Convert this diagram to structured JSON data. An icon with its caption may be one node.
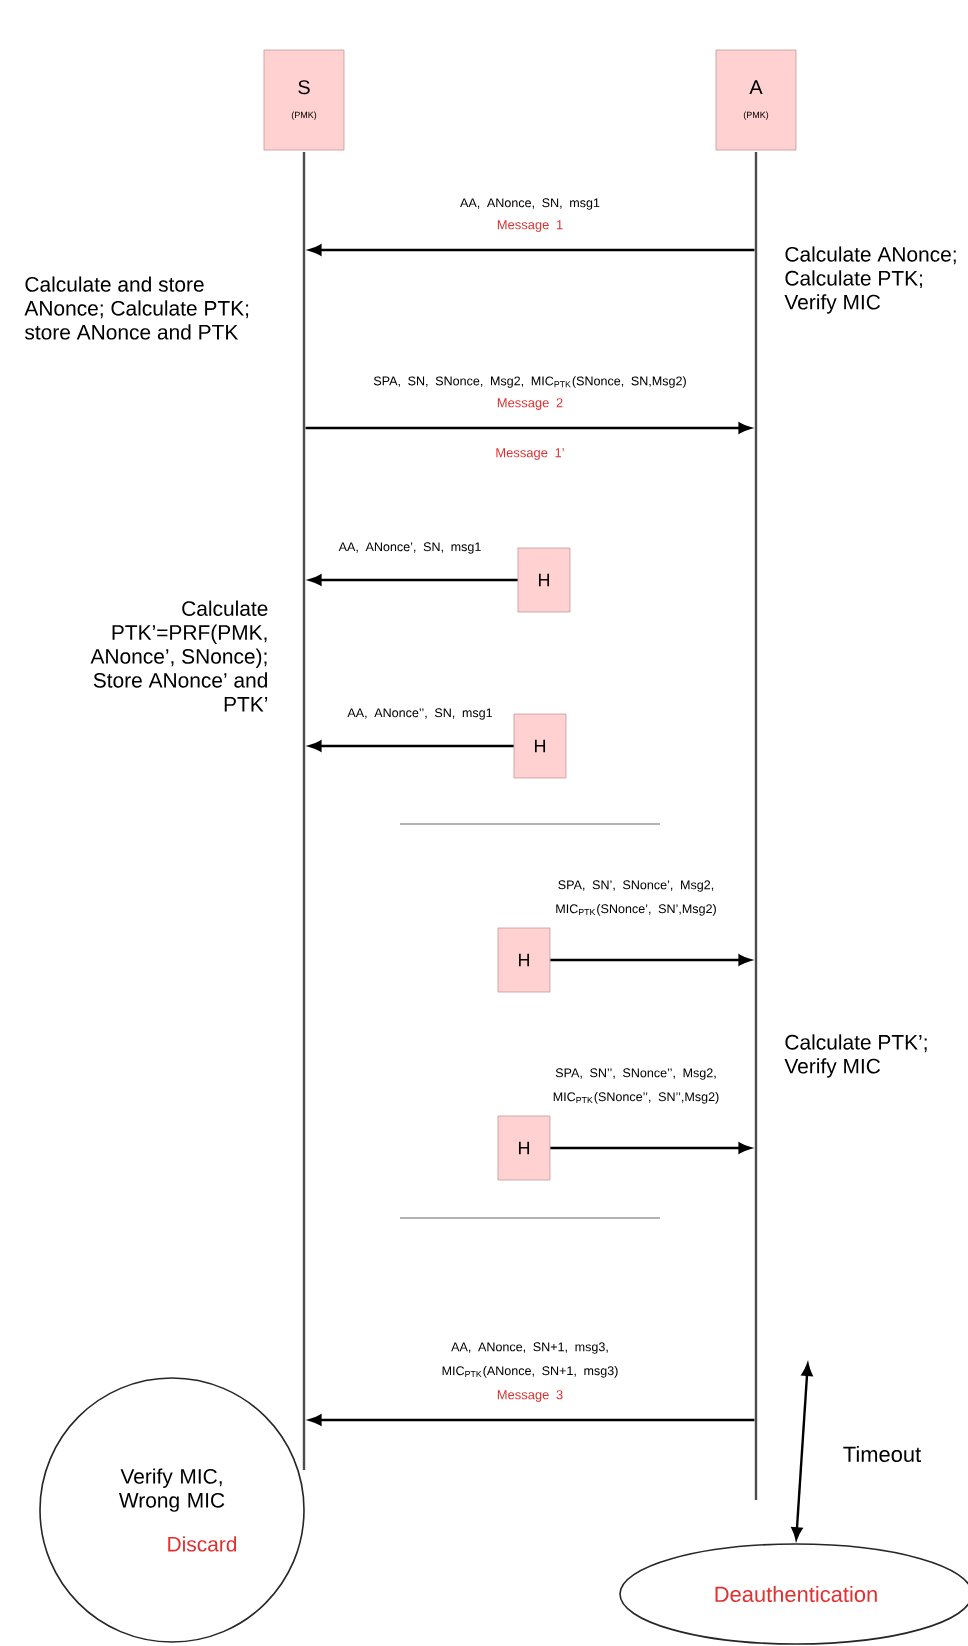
{
  "diagram": {
    "nodes": [
      {
        "text": [
          "S",
          "(PMK)"
        ]
      },
      {
        "text": [
          "A",
          "(PMK)"
        ]
      },
      {
        "text": [],
        "shape": "line"
      },
      {
        "text": [],
        "shape": "line"
      },
      {
        "text": [
          "H"
        ]
      },
      {
        "text": [
          "H"
        ]
      },
      {
        "text": [
          "H"
        ]
      },
      {
        "text": [
          "H"
        ]
      },
      {
        "text": [
          "Verify MIC, Wrong MIC",
          "Discard"
        ]
      },
      {
        "text": [
          "Deauthentication"
        ]
      }
    ],
    "edges": [
      {
        "from": 3,
        "to": 2,
        "arrow": "to",
        "label": "AA, ANonce, SN, msg1"
      },
      {
        "from": 2,
        "to": 3,
        "arrow": "to",
        "label": "SPA, SN, SNonce, Msg2, MIC$_{PTK}$(SNonce, SN,Msg2)"
      },
      {
        "from": 4,
        "to": 2,
        "arrow": "to",
        "label": "AA, ANonce’, SN, msg1"
      },
      {
        "from": 5,
        "to": 2,
        "arrow": "to",
        "label": "AA, ANonce’’, SN, msg1"
      },
      {
        "from": 6,
        "to": 3,
        "arrow": "to",
        "label": "SPA, SN’, SNonce’, Msg2, MIC$_{PTK}$(SNonce’, SN’,Msg2)"
      },
      {
        "from": 7,
        "to": 3,
        "arrow": "to",
        "label": "SPA, SN’’, SNonce’’, Msg2, MIC$_{PTK}$(SNonce’’, SN’’,Msg2)"
      },
      {
        "from": 3,
        "to": 2,
        "arrow": "to",
        "label": "AA, ANonce, SN+1, msg3, MIC$_{PTK}$(ANonce, SN+1, msg3)"
      },
      {
        "from": null,
        "to": 9,
        "arrow": "both",
        "label": "Timeout"
      }
    ],
    "labels": [
      "Message 1",
      "Calculate and store ANonce; Calculate PTK; store ANonce and PTK",
      "Calculate ANonce; Calculate PTK; Verify MIC",
      "Message 2",
      "Message 1’",
      "Calculate PTK’=PRF(PMK, ANonce’, SNonce); Store ANonce’ and PTK’",
      "Calculate PTK’; Verify MIC",
      "Message 3"
    ]
  }
}
